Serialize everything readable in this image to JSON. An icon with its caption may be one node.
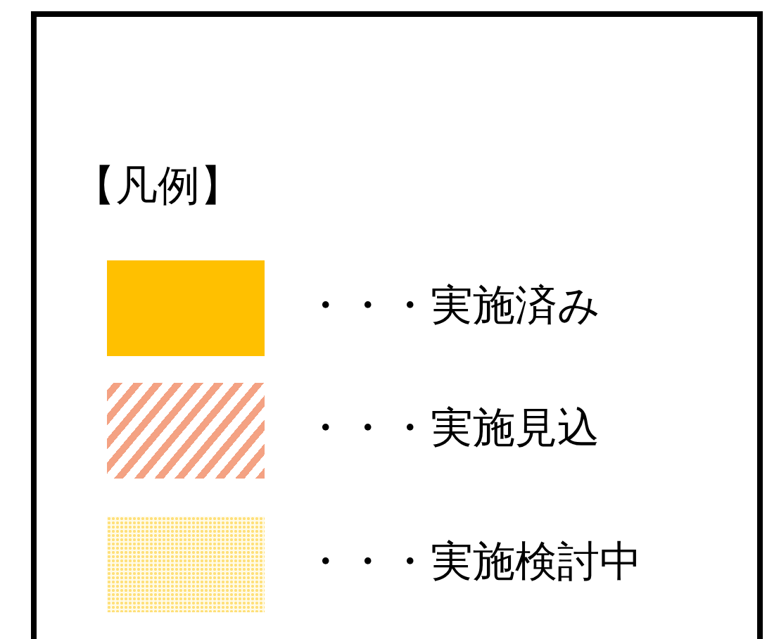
{
  "diagram": {
    "labels": [
      "【凡例】"
    ],
    "legend": [
      {
        "text": "・・・実施済み",
        "color": "#ffc000"
      },
      {
        "text": "・・・実施見込",
        "color": "#f4a283"
      },
      {
        "text": "・・・実施検討中",
        "color": "#ffe07a"
      }
    ]
  }
}
